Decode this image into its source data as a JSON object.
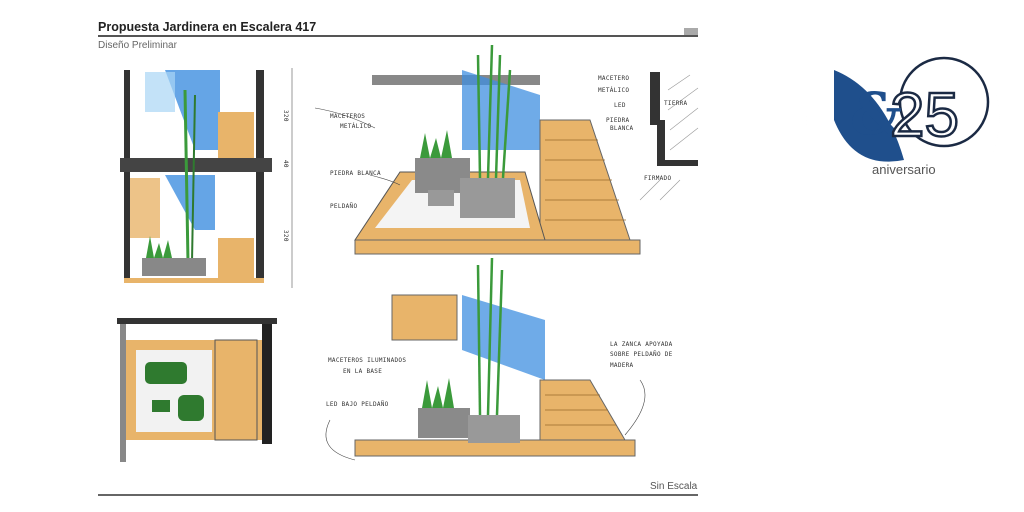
{
  "header": {
    "title": "Propuesta Jardinera en Escalera 417",
    "subtitle": "Diseño Preliminar"
  },
  "footer": {
    "scale_note": "Sin Escala"
  },
  "section_dimensions": [
    "320",
    "40",
    "320"
  ],
  "annotations_top": {
    "maceteros": "MACETEROS",
    "metalico": "METÁLICO",
    "piedra_blanca": "PIEDRA BLANCA",
    "peldano": "PELDAÑO"
  },
  "annotations_detail": {
    "macetero": "MACETERO",
    "metalico": "METÁLICO",
    "led": "LED",
    "piedra": "PIEDRA",
    "blanca": "BLANCA",
    "tierra": "TIERRA",
    "firmado": "FIRMADO"
  },
  "annotations_bottom": {
    "maceteros_iluminados": "MACETEROS ILUMINADOS",
    "en_la_base": "EN LA BASE",
    "led_bajo_peldano": "LED BAJO PELDAÑO",
    "note_line1": "LA ZANCA APOYADA",
    "note_line2": "SOBRE PELDAÑO DE",
    "note_line3": "MADERA"
  },
  "logo": {
    "symbol": "&",
    "number": "25",
    "caption": "aniversario",
    "color": "#1f4f8c"
  },
  "colors": {
    "wood": "#e8b46a",
    "glass": "#3f8fe0",
    "plant": "#3b9a3b",
    "concrete": "#888888",
    "dark": "#333333"
  }
}
